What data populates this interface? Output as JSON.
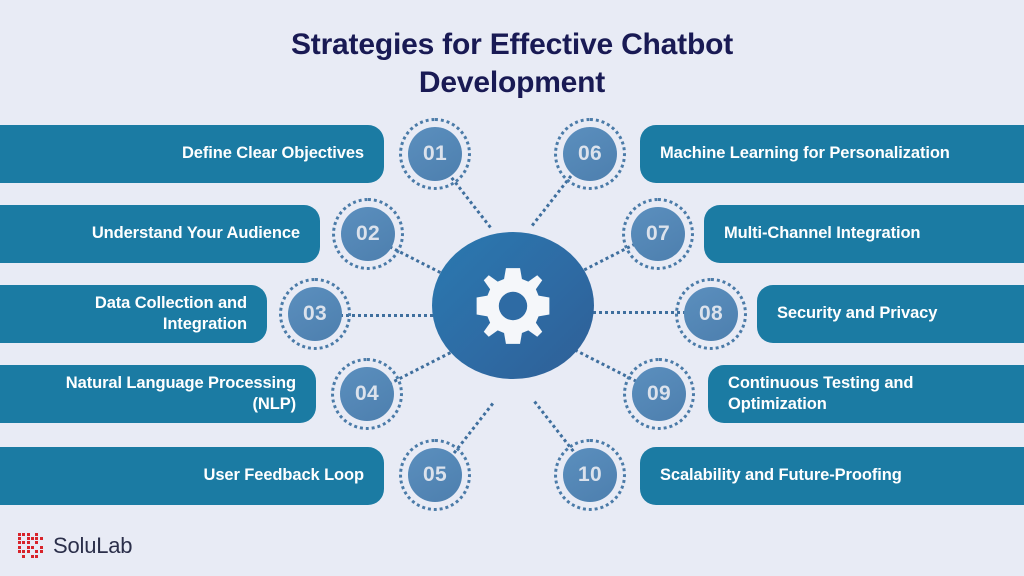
{
  "title": "Strategies for Effective Chatbot Development",
  "colors": {
    "background": "#e8ebf5",
    "bar": "#1b7ba3",
    "badge": "#4d7fae",
    "badge_text": "#dbe2ec",
    "title_text": "#191a54",
    "hub": "#2e6ba4",
    "connector": "#3f6f9e",
    "logo_mark": "#d8232a",
    "logo_text": "#2b2f4a"
  },
  "center": {
    "icon": "gear-icon"
  },
  "left_items": [
    {
      "number": "01",
      "label": "Define Clear Objectives"
    },
    {
      "number": "02",
      "label": "Understand Your Audience"
    },
    {
      "number": "03",
      "label": "Data Collection and\nIntegration"
    },
    {
      "number": "04",
      "label": "Natural Language Processing\n(NLP)"
    },
    {
      "number": "05",
      "label": "User Feedback Loop"
    }
  ],
  "right_items": [
    {
      "number": "06",
      "label": "Machine Learning for Personalization"
    },
    {
      "number": "07",
      "label": "Multi-Channel Integration"
    },
    {
      "number": "08",
      "label": "Security and Privacy"
    },
    {
      "number": "09",
      "label": "Continuous Testing and\nOptimization"
    },
    {
      "number": "10",
      "label": "Scalability and Future-Proofing"
    }
  ],
  "logo": {
    "name": "SoluLab",
    "mark": "solulab-logo-mark"
  }
}
